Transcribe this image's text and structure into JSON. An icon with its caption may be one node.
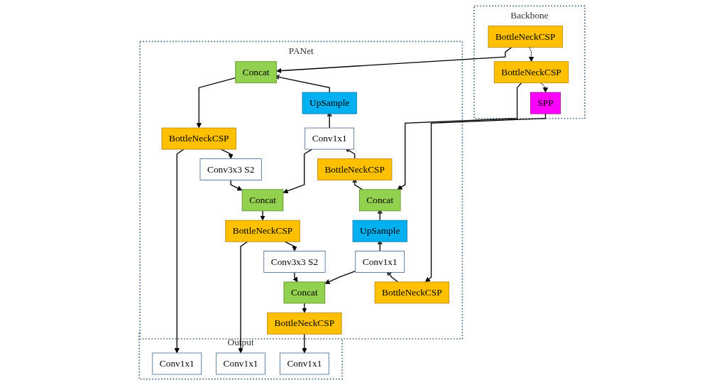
{
  "diagram": {
    "nodes": [
      {
        "text": [
          "Backbone"
        ]
      },
      {
        "text": [
          "BottleNeckCSP"
        ],
        "in": 0
      },
      {
        "text": [
          "BottleNeckCSP"
        ],
        "in": 0
      },
      {
        "text": [
          "SPP"
        ],
        "in": 0
      },
      {
        "text": [
          "PANet"
        ]
      },
      {
        "text": [
          "Concat"
        ],
        "in": 4
      },
      {
        "text": [
          "UpSample"
        ],
        "in": 4
      },
      {
        "text": [
          "Conv1x1"
        ],
        "in": 4
      },
      {
        "text": [
          "BottleNeckCSP"
        ],
        "in": 4
      },
      {
        "text": [
          "Concat"
        ],
        "in": 4
      },
      {
        "text": [
          "UpSample"
        ],
        "in": 4
      },
      {
        "text": [
          "Conv1x1"
        ],
        "in": 4
      },
      {
        "text": [
          "BottleNeckCSP"
        ],
        "in": 4
      },
      {
        "text": [
          "BottleNeckCSP"
        ],
        "in": 4
      },
      {
        "text": [
          "Conv3x3 S2"
        ],
        "in": 4
      },
      {
        "text": [
          "Concat"
        ],
        "in": 4
      },
      {
        "text": [
          "BottleNeckCSP"
        ],
        "in": 4
      },
      {
        "text": [
          "Conv3x3 S2"
        ],
        "in": 4
      },
      {
        "text": [
          "Concat"
        ],
        "in": 4
      },
      {
        "text": [
          "BottleNeckCSP"
        ],
        "in": 4
      },
      {
        "text": [
          "Output"
        ]
      },
      {
        "text": [
          "Conv1x1"
        ],
        "in": 20
      },
      {
        "text": [
          "Conv1x1"
        ],
        "in": 20
      },
      {
        "text": [
          "Conv1x1"
        ],
        "in": 20
      }
    ],
    "edges": [
      {
        "from": 1,
        "to": 2,
        "arrow": "to",
        "style": "dashed"
      },
      {
        "from": 2,
        "to": 3,
        "arrow": "to",
        "style": "dashed"
      },
      {
        "from": 1,
        "to": 5,
        "arrow": "to"
      },
      {
        "from": 2,
        "to": 9,
        "arrow": "to"
      },
      {
        "from": 3,
        "to": 12,
        "arrow": "to"
      },
      {
        "from": 12,
        "to": 11,
        "arrow": "to"
      },
      {
        "from": 11,
        "to": 10,
        "arrow": "to"
      },
      {
        "from": 10,
        "to": 9,
        "arrow": "to"
      },
      {
        "from": 9,
        "to": 8,
        "arrow": "to"
      },
      {
        "from": 8,
        "to": 7,
        "arrow": "to"
      },
      {
        "from": 7,
        "to": 6,
        "arrow": "to"
      },
      {
        "from": 6,
        "to": 5,
        "arrow": "to"
      },
      {
        "from": 5,
        "to": 13,
        "arrow": "to"
      },
      {
        "from": 13,
        "to": 14,
        "arrow": "to"
      },
      {
        "from": 14,
        "to": 15,
        "arrow": "to"
      },
      {
        "from": 7,
        "to": 15,
        "arrow": "to"
      },
      {
        "from": 15,
        "to": 16,
        "arrow": "to"
      },
      {
        "from": 16,
        "to": 17,
        "arrow": "to"
      },
      {
        "from": 17,
        "to": 18,
        "arrow": "to"
      },
      {
        "from": 11,
        "to": 18,
        "arrow": "to"
      },
      {
        "from": 18,
        "to": 19,
        "arrow": "to"
      },
      {
        "from": 13,
        "to": 21,
        "arrow": "to"
      },
      {
        "from": 16,
        "to": 22,
        "arrow": "to"
      },
      {
        "from": 19,
        "to": 23,
        "arrow": "to"
      }
    ]
  }
}
